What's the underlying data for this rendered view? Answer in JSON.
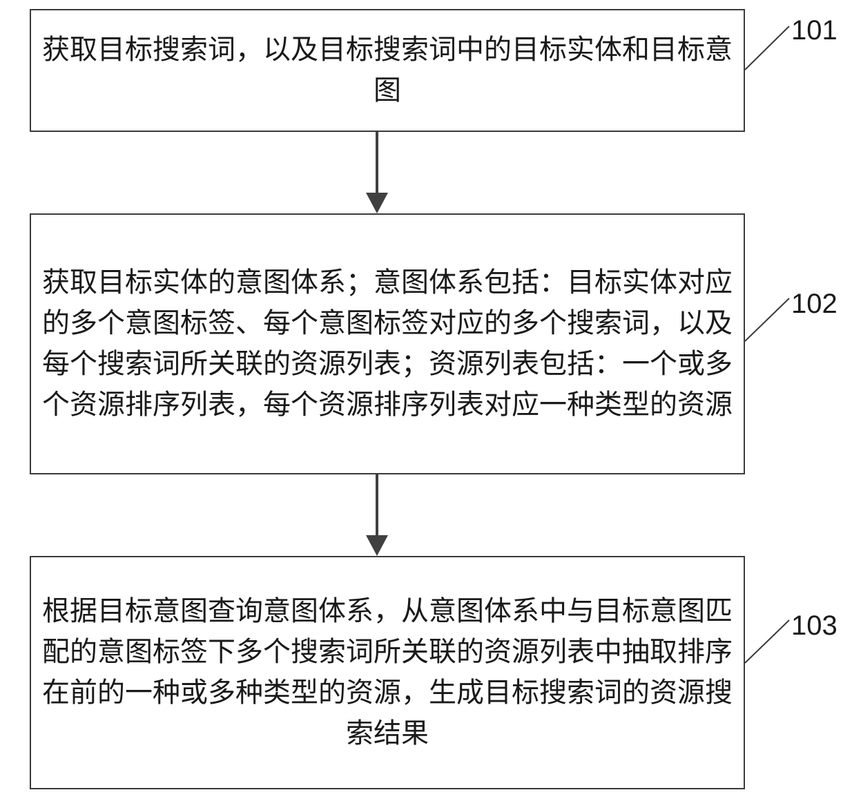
{
  "steps": [
    {
      "id": "101",
      "text": "获取目标搜索词，以及目标搜索词中的目标实体和目标意图"
    },
    {
      "id": "102",
      "text": "获取目标实体的意图体系；意图体系包括：目标实体对应的多个意图标签、每个意图标签对应的多个搜索词，以及每个搜索词所关联的资源列表；资源列表包括：一个或多个资源排序列表，每个资源排序列表对应一种类型的资源"
    },
    {
      "id": "103",
      "text": "根据目标意图查询意图体系，从意图体系中与目标意图匹配的意图标签下多个搜索词所关联的资源列表中抽取排序在前的一种或多种类型的资源，生成目标搜索词的资源搜索结果"
    }
  ],
  "colors": {
    "border": "#3a3a3a",
    "arrow": "#404040",
    "text": "#1a1a1a"
  }
}
